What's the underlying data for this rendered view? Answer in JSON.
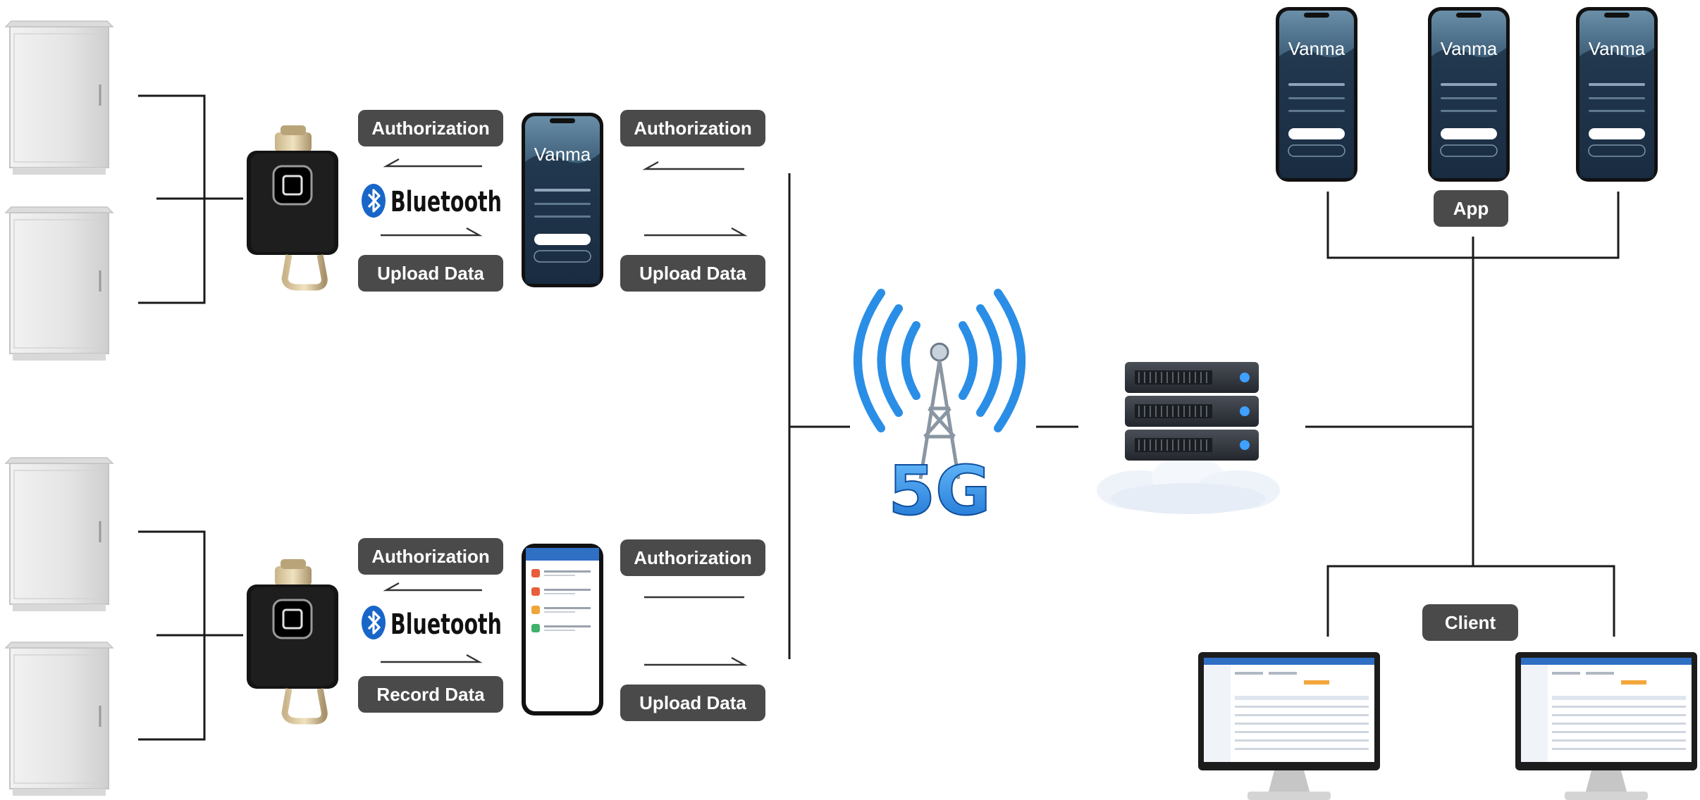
{
  "diagram": {
    "top_branch": {
      "left_labels": {
        "authorization": "Authorization",
        "upload": "Upload Data"
      },
      "right_labels": {
        "authorization": "Authorization",
        "upload": "Upload Data"
      },
      "bluetooth": "Bluetooth",
      "phone_app_name": "Vanma"
    },
    "bottom_branch": {
      "left_labels": {
        "authorization": "Authorization",
        "record": "Record Data"
      },
      "right_labels": {
        "authorization": "Authorization",
        "upload": "Upload Data"
      },
      "bluetooth": "Bluetooth"
    },
    "network": {
      "badge": "5G"
    },
    "app_group": {
      "label": "App",
      "phone_app_name": "Vanma"
    },
    "client_group": {
      "label": "Client"
    }
  },
  "colors": {
    "label_bg": "#4a4a4a",
    "signal_blue": "#2a8ee6",
    "bluetooth_blue": "#1866c8",
    "phone_screen": "#1f3550",
    "server_dark": "#2c3036"
  }
}
